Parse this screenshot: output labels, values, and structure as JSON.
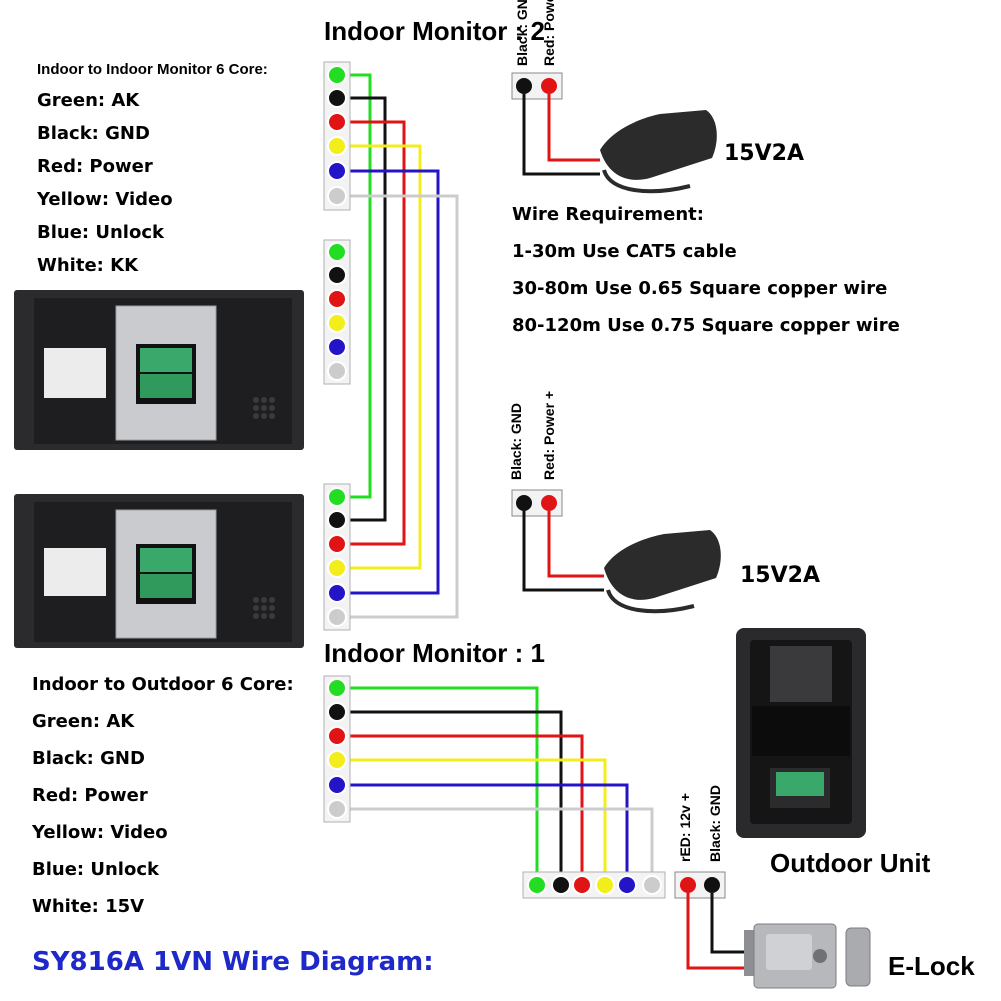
{
  "colors": {
    "green": "#22dd22",
    "black": "#111111",
    "red": "#e01414",
    "yellow": "#f2ee1a",
    "blue": "#2414c8",
    "white": "#cccccc",
    "title": "#1f28c8"
  },
  "indoor_legend": {
    "title": "Indoor to Indoor Monitor 6 Core:",
    "items": [
      "Green: AK",
      "Black: GND",
      "Red: Power",
      "Yellow: Video",
      "Blue: Unlock",
      "White: KK"
    ]
  },
  "outdoor_legend": {
    "title": "Indoor to Outdoor 6 Core:",
    "items": [
      "Green: AK",
      "Black: GND",
      "Red: Power",
      "Yellow: Video",
      "Blue: Unlock",
      "White: 15V"
    ]
  },
  "monitor2": {
    "label": "Indoor Monitor : 2",
    "power_terminal": {
      "black_label": "Black: GND",
      "red_label": "Red: Power"
    },
    "adapter_label": "15V2A"
  },
  "monitor1": {
    "label": "Indoor Monitor : 1",
    "power_terminal": {
      "black_label": "Black: GND",
      "red_label": "Red: Power +"
    },
    "adapter_label": "15V2A"
  },
  "wire_requirement": {
    "title": "Wire Requirement:",
    "lines": [
      "1-30m  Use CAT5 cable",
      "30-80m Use 0.65 Square copper wire",
      "80-120m Use 0.75 Square copper wire"
    ]
  },
  "outdoor_unit": {
    "label": "Outdoor Unit",
    "lock_terminal": {
      "red_label": "rED: 12v +",
      "black_label": "Black: GND"
    }
  },
  "elock": {
    "label": "E-Lock"
  },
  "footer": {
    "title": "SY816A 1VN Wire Diagram:"
  }
}
